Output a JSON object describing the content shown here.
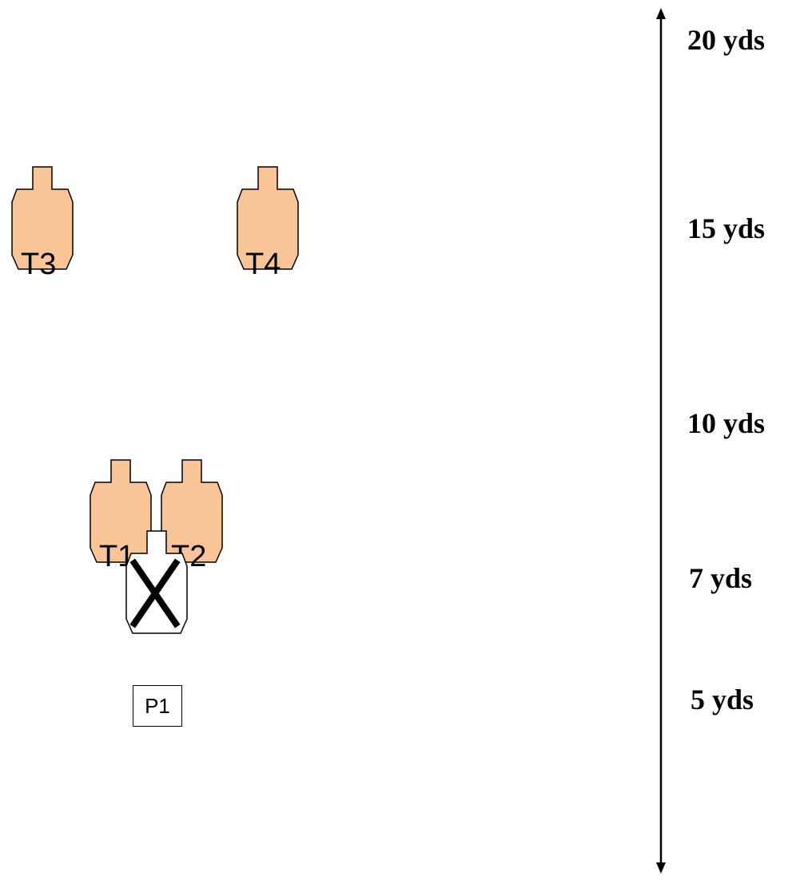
{
  "distance_scale": {
    "labels": [
      "20 yds",
      "15 yds",
      "10 yds",
      "7 yds",
      "5 yds"
    ]
  },
  "targets": [
    {
      "label": "T3",
      "type": "shoot"
    },
    {
      "label": "T4",
      "type": "shoot"
    },
    {
      "label": "T1",
      "type": "shoot"
    },
    {
      "label": "T2",
      "type": "shoot"
    },
    {
      "label": "",
      "type": "no-shoot"
    }
  ],
  "shooting_position": {
    "label": "P1"
  },
  "colors": {
    "target_fill": "#f9c596",
    "no_shoot_fill": "#ffffff",
    "outline": "#000000"
  }
}
